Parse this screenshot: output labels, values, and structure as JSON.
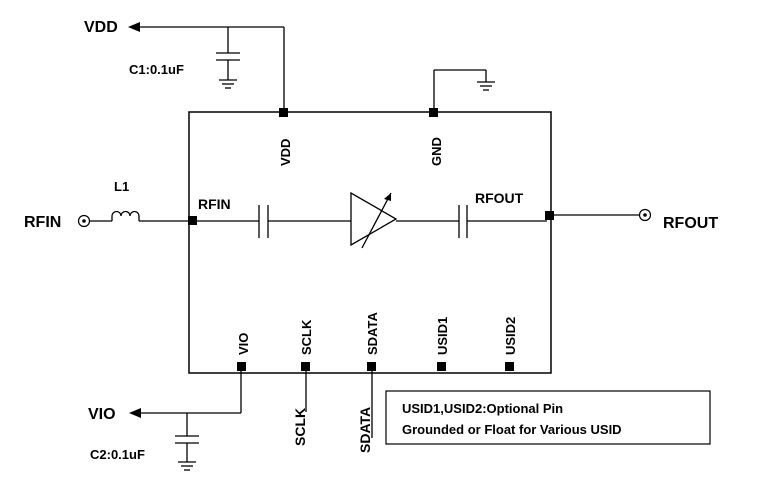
{
  "labels": {
    "vdd_rail": "VDD",
    "c1": "C1:0.1uF",
    "vio_rail": "VIO",
    "c2": "C2:0.1uF",
    "l1": "L1",
    "rfin_port": "RFIN",
    "rfout_port": "RFOUT",
    "rfin_pin": "RFIN",
    "rfout_pin": "RFOUT",
    "vdd_pin": "VDD",
    "gnd_pin": "GND",
    "vio_pin": "VIO",
    "sclk_pin": "SCLK",
    "sdata_pin": "SDATA",
    "usid1_pin": "USID1",
    "usid2_pin": "USID2",
    "sclk_net": "SCLK",
    "sdata_net": "SDATA"
  },
  "note": {
    "line1": "USID1,USID2:Optional Pin",
    "line2": "Grounded or Float for Various USID"
  }
}
